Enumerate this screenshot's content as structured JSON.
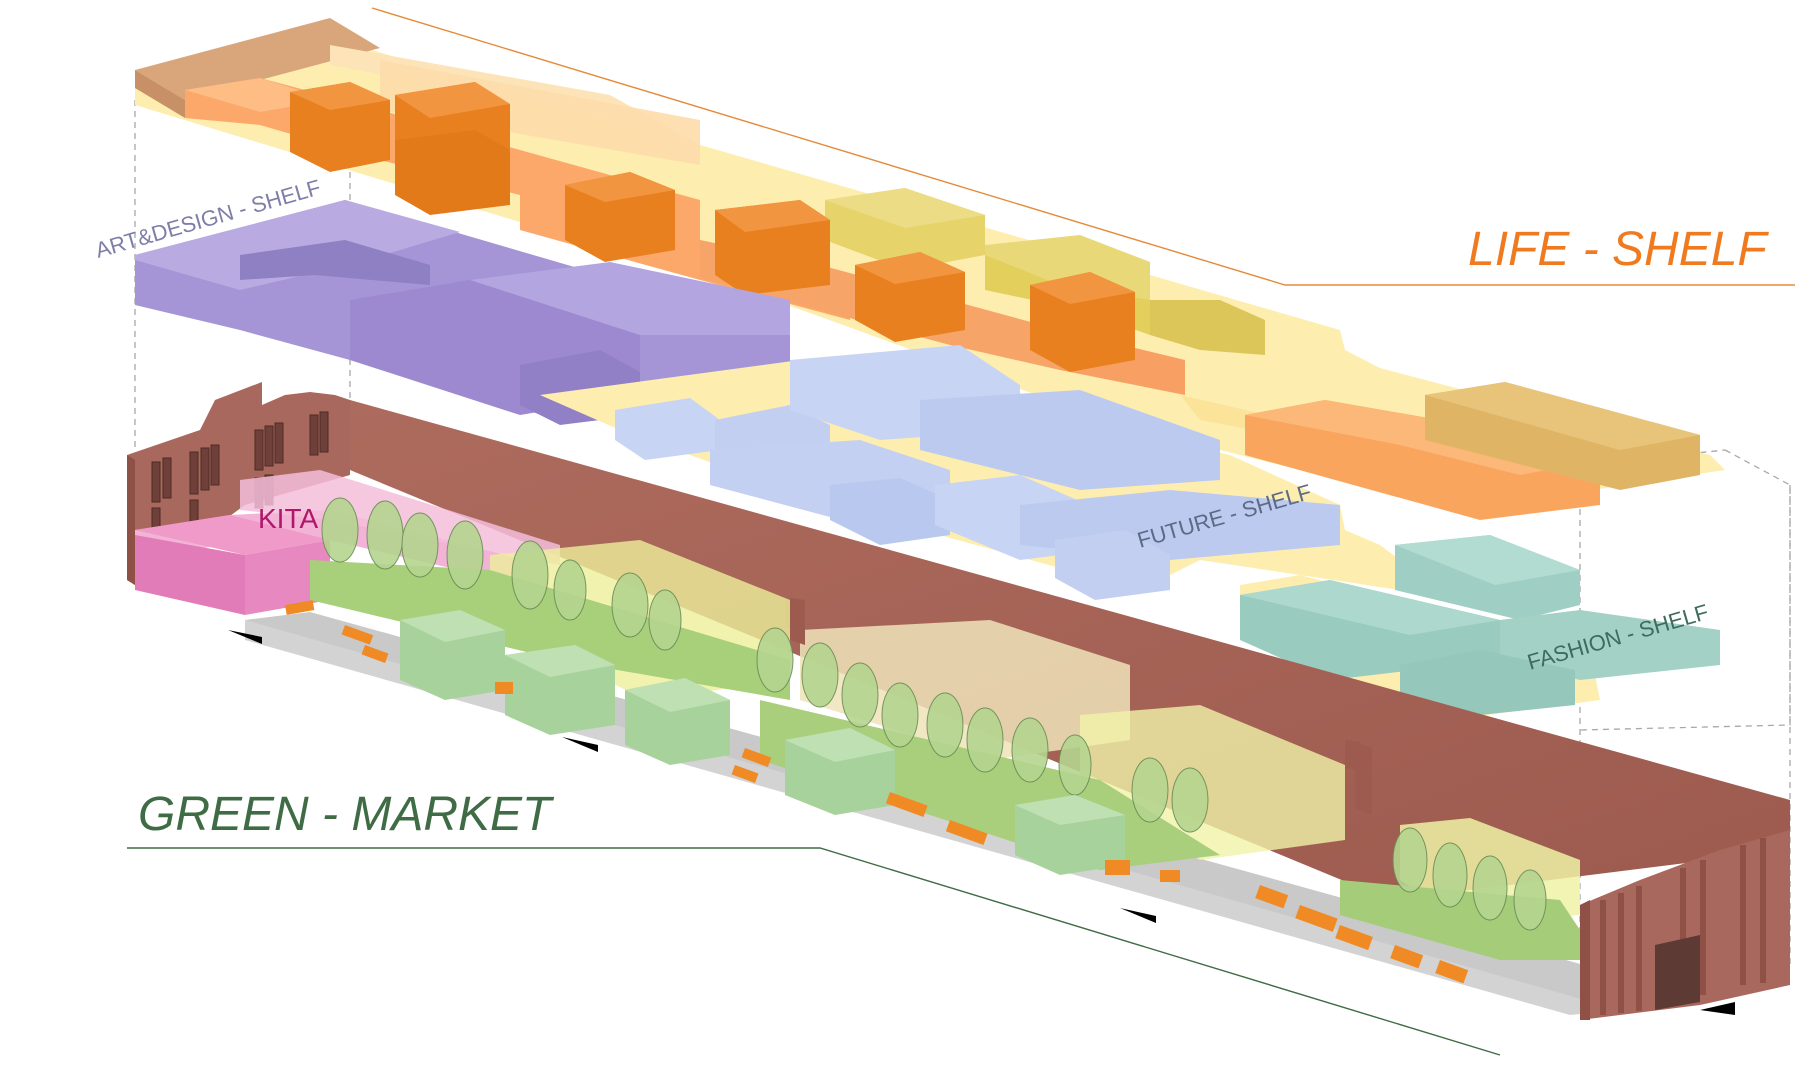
{
  "labels": {
    "life_shelf": "LIFE - SHELF",
    "art_design_shelf": "ART&DESIGN - SHELF",
    "future_shelf": "FUTURE - SHELF",
    "fashion_shelf": "FASHION - SHELF",
    "kita": "KITA",
    "green_market": "GREEN - MARKET"
  },
  "colors": {
    "life_shelf": "#ef7a1f",
    "art_design_shelf": "#9a8cc9",
    "future_shelf": "#b9c8ee",
    "fashion_shelf": "#9fcfc4",
    "kita": "#b0176a",
    "green_market": "#3f6b45",
    "brick": "#a9685d",
    "floor_walkway": "#fbe9a0",
    "shelf_label": "#5d6a86"
  }
}
